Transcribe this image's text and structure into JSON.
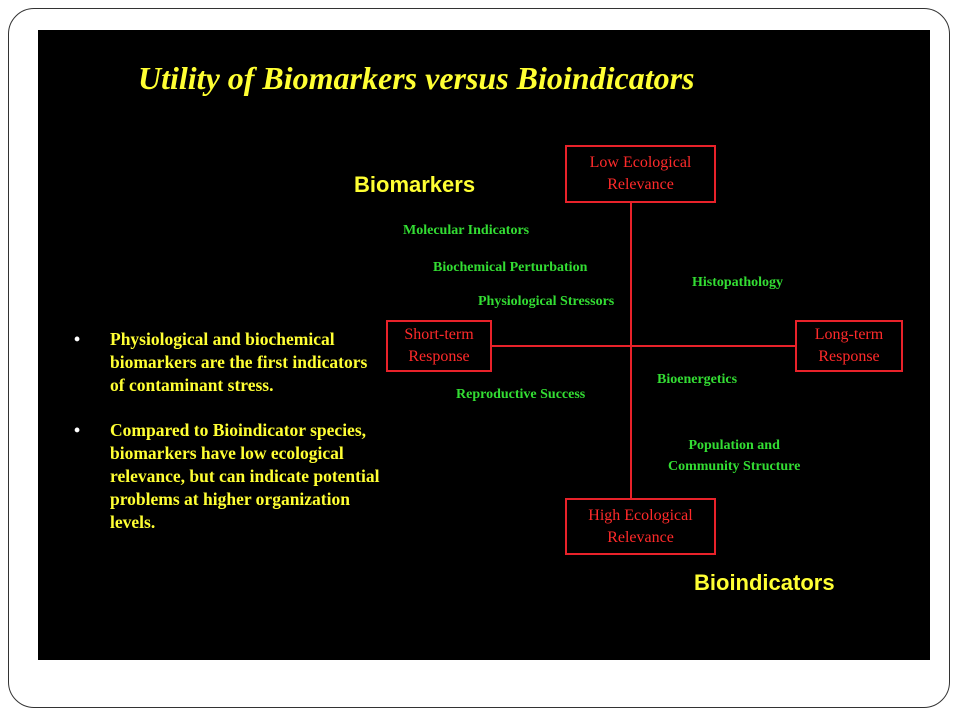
{
  "title": "Utility of Biomarkers versus Bioindicators",
  "headings": {
    "biomarkers": "Biomarkers",
    "bioindicators": "Bioindicators"
  },
  "axes": {
    "top": [
      "Low Ecological",
      "Relevance"
    ],
    "bottom": [
      "High Ecological",
      "Relevance"
    ],
    "left": [
      "Short-term",
      "Response"
    ],
    "right": [
      "Long-term",
      "Response"
    ]
  },
  "items": {
    "molecular": "Molecular Indicators",
    "biochemical": "Biochemical Perturbation",
    "histopathology": "Histopathology",
    "physiological": "Physiological Stressors",
    "bioenergetics": "Bioenergetics",
    "reproductive": "Reproductive Success",
    "population": [
      "Population and",
      "Community Structure"
    ]
  },
  "bullets": [
    {
      "marker": "•",
      "text": "Physiological and biochemical biomarkers are the first indicators of contaminant stress."
    },
    {
      "marker": "•",
      "text": "Compared to Bioindicator species, biomarkers have low ecological relevance, but can indicate potential problems at higher organization levels."
    }
  ],
  "colors": {
    "background": "#000000",
    "title": "#ffff33",
    "axis": "#e8222a",
    "axis_text": "#ff2a2a",
    "item_text": "#33dd33"
  }
}
